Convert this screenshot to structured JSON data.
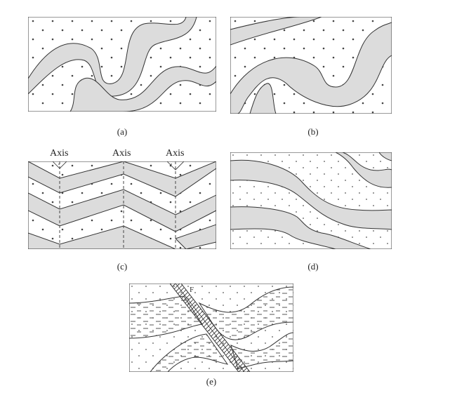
{
  "panels": {
    "a": {
      "caption": "(a)"
    },
    "b": {
      "caption": "(b)"
    },
    "c": {
      "caption": "(c)",
      "axis_labels": [
        "Axis",
        "Axis",
        "Axis"
      ]
    },
    "d": {
      "caption": "(d)"
    },
    "e": {
      "caption": "(e)",
      "fault_label": "F"
    }
  },
  "colors": {
    "shaded": "#dcdcdc",
    "stroke": "#333333",
    "dots": "#444444"
  }
}
